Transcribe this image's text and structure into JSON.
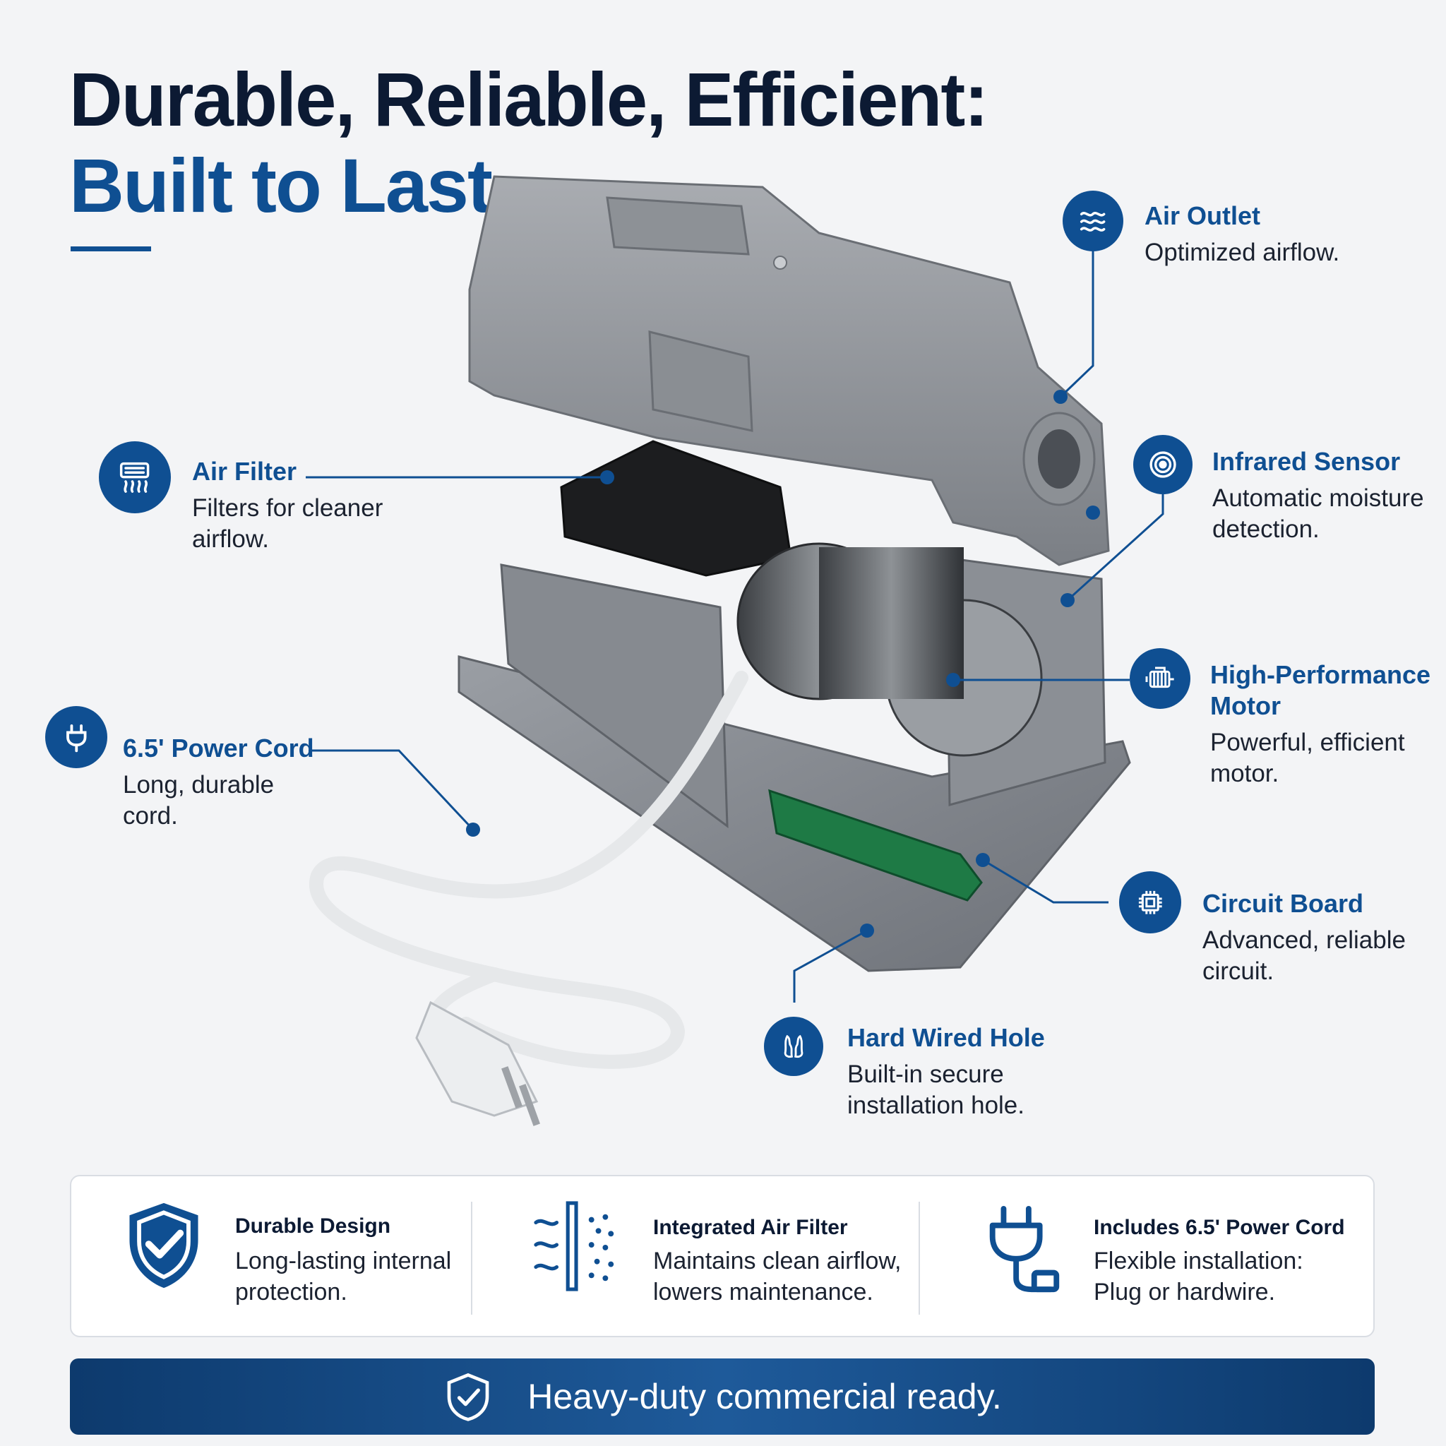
{
  "header": {
    "title_line1": "Durable, Reliable, Efficient:",
    "title_line2": "Built to Last."
  },
  "callouts": {
    "air_outlet": {
      "title": "Air Outlet",
      "desc": "Optimized airflow.",
      "icon": "airflow-waves-icon"
    },
    "air_filter": {
      "title": "Air Filter",
      "desc": "Filters for cleaner airflow.",
      "icon": "filter-icon"
    },
    "infrared_sensor": {
      "title": "Infrared Sensor",
      "desc": "Automatic moisture detection.",
      "icon": "sensor-target-icon"
    },
    "motor": {
      "title": "High-Performance Motor",
      "desc": "Powerful, efficient motor.",
      "icon": "motor-icon"
    },
    "power_cord": {
      "title": "6.5' Power Cord",
      "desc": "Long, durable cord.",
      "icon": "plug-icon"
    },
    "circuit_board": {
      "title": "Circuit Board",
      "desc": "Advanced, reliable circuit.",
      "icon": "chip-icon"
    },
    "hard_wired_hole": {
      "title": "Hard Wired Hole",
      "desc": "Built-in secure installation hole.",
      "icon": "hand-wash-icon"
    }
  },
  "features": [
    {
      "title": "Durable Design",
      "desc": "Long-lasting internal protection.",
      "icon": "shield-check-icon"
    },
    {
      "title": "Integrated Air Filter",
      "desc": "Maintains clean airflow, lowers maintenance.",
      "icon": "air-filter-icon"
    },
    {
      "title": "Includes 6.5' Power Cord",
      "desc": "Flexible installation: Plug or hardwire.",
      "icon": "plug-cord-icon"
    }
  ],
  "banner": {
    "text": "Heavy-duty commercial ready.",
    "icon": "shield-check-icon"
  },
  "colors": {
    "brand_blue": "#0f4f92",
    "navy": "#0c1a33",
    "background": "#f3f4f6",
    "banner": "#0d3a6d"
  }
}
